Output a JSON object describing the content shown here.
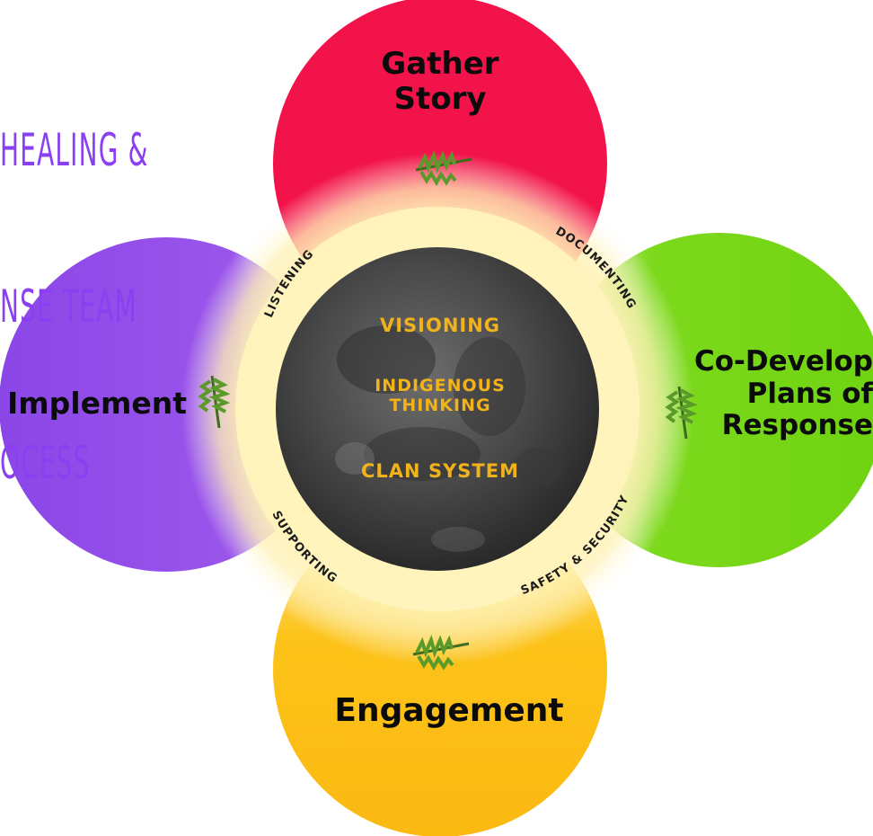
{
  "title_lines": [
    "HEALING &",
    "NSE TEAM",
    "OCESS"
  ],
  "petals": {
    "top": {
      "label_lines": [
        "Gather",
        "Story"
      ],
      "color": "#f4124a"
    },
    "left": {
      "label": "Implement",
      "color": "#8a45e6"
    },
    "right": {
      "label_lines": [
        "Co-Develop",
        "Plans of",
        "Response"
      ],
      "color": "#76d614"
    },
    "bottom": {
      "label": "Engagement",
      "color": "#fbbf12"
    }
  },
  "ring_labels": {
    "top_left": "LISTENING",
    "top_right": "DOCUMENTING",
    "bottom_left": "SUPPORTING",
    "bottom_right": "SAFETY & SECURITY"
  },
  "center": {
    "line1": "VISIONING",
    "line2a": "INDIGENOUS",
    "line2b": "THINKING",
    "line3": "CLAN SYSTEM",
    "text_color": "#f2b21a"
  },
  "icons": [
    "cedar-sprig-icon"
  ]
}
